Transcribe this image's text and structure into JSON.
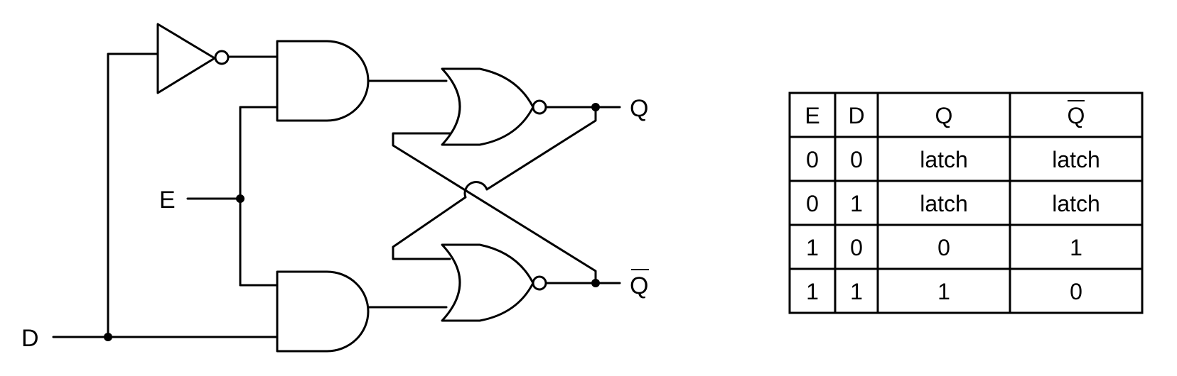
{
  "labels": {
    "input_d": "D",
    "input_e": "E",
    "output_q": "Q",
    "output_qbar": "Q"
  },
  "truth_table": {
    "headers": [
      "E",
      "D",
      "Q",
      "Q"
    ],
    "rows": [
      [
        "0",
        "0",
        "latch",
        "latch"
      ],
      [
        "0",
        "1",
        "latch",
        "latch"
      ],
      [
        "1",
        "0",
        "0",
        "1"
      ],
      [
        "1",
        "1",
        "1",
        "0"
      ]
    ]
  }
}
